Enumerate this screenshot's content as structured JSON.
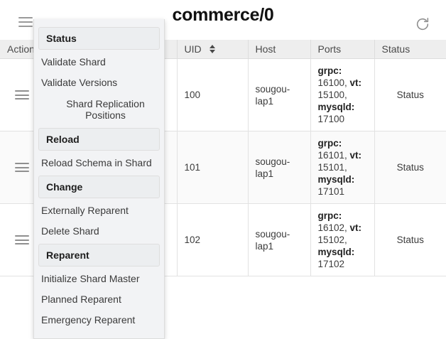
{
  "topbar": {
    "menu_icon": "hamburger-icon",
    "title": "commerce/0",
    "refresh_icon": "refresh-icon"
  },
  "table": {
    "columns": [
      {
        "key": "actions",
        "label": "Action(s)",
        "sortable": false
      },
      {
        "key": "uid",
        "label": "UID",
        "sortable": true
      },
      {
        "key": "host",
        "label": "Host",
        "sortable": false
      },
      {
        "key": "ports",
        "label": "Ports",
        "sortable": false
      },
      {
        "key": "status",
        "label": "Status",
        "sortable": false
      }
    ],
    "rows": [
      {
        "uid": "100",
        "host": "sougou-lap1",
        "ports": {
          "grpc_label": "grpc:",
          "grpc": " 16100, ",
          "vt_label": "vt:",
          "vt": " 15100, ",
          "mysqld_label": "mysqld:",
          "mysqld": " 17100"
        },
        "status": "Status"
      },
      {
        "uid": "101",
        "host": "sougou-lap1",
        "ports": {
          "grpc_label": "grpc:",
          "grpc": " 16101, ",
          "vt_label": "vt:",
          "vt": " 15101, ",
          "mysqld_label": "mysqld:",
          "mysqld": " 17101"
        },
        "status": "Status"
      },
      {
        "uid": "102",
        "host": "sougou-lap1",
        "ports": {
          "grpc_label": "grpc:",
          "grpc": " 16102, ",
          "vt_label": "vt:",
          "vt": " 15102, ",
          "mysqld_label": "mysqld:",
          "mysqld": " 17102"
        },
        "status": "Status"
      }
    ]
  },
  "menu": {
    "entries": [
      {
        "type": "group",
        "label": "Status"
      },
      {
        "type": "item",
        "label": "Validate Shard"
      },
      {
        "type": "item",
        "label": "Validate Versions"
      },
      {
        "type": "item-indent",
        "label": "Shard Replication Positions"
      },
      {
        "type": "group",
        "label": "Reload"
      },
      {
        "type": "item",
        "label": "Reload Schema in Shard"
      },
      {
        "type": "group",
        "label": "Change"
      },
      {
        "type": "item",
        "label": "Externally Reparent"
      },
      {
        "type": "item",
        "label": "Delete Shard"
      },
      {
        "type": "group",
        "label": "Reparent"
      },
      {
        "type": "item",
        "label": "Initialize Shard Master"
      },
      {
        "type": "item",
        "label": "Planned Reparent"
      },
      {
        "type": "item",
        "label": "Emergency Reparent"
      }
    ]
  },
  "colors": {
    "header_bg": "#eeeeee",
    "menu_bg": "#f2f3f5",
    "group_bg": "#eceef0",
    "row_alt_bg": "#fafafa",
    "text": "#3a3a3a"
  }
}
